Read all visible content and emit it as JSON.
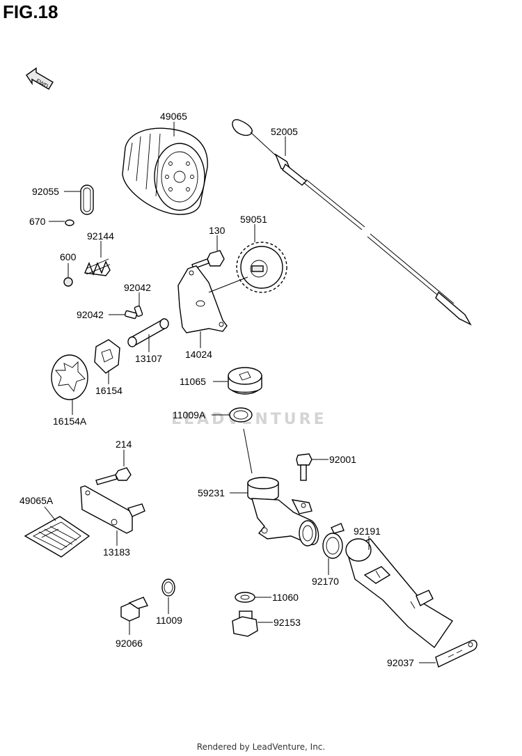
{
  "figure_title": "FIG.18",
  "direction_marker": "FWD",
  "watermark_text": "LEADVENTURE",
  "footer_text": "Rendered by LeadVenture, Inc.",
  "labels": {
    "p49065": "49065",
    "p52005": "52005",
    "p92055": "92055",
    "p670": "670",
    "p92144": "92144",
    "p600": "600",
    "p130": "130",
    "p59051": "59051",
    "p92042a": "92042",
    "p92042b": "92042",
    "p13107": "13107",
    "p14024": "14024",
    "p16154": "16154",
    "p16154A": "16154A",
    "p11065": "11065",
    "p11009A": "11009A",
    "p214": "214",
    "p92001": "92001",
    "p49065A": "49065A",
    "p59231": "59231",
    "p13183": "13183",
    "p92191": "92191",
    "p92170": "92170",
    "p11009": "11009",
    "p11060": "11060",
    "p92066": "92066",
    "p92153": "92153",
    "p92037": "92037"
  },
  "colors": {
    "line": "#000000",
    "watermark": "#d4d4d4",
    "part_fill": "#ffffff"
  },
  "icons": {
    "fwd": "fwd-arrow-icon"
  }
}
